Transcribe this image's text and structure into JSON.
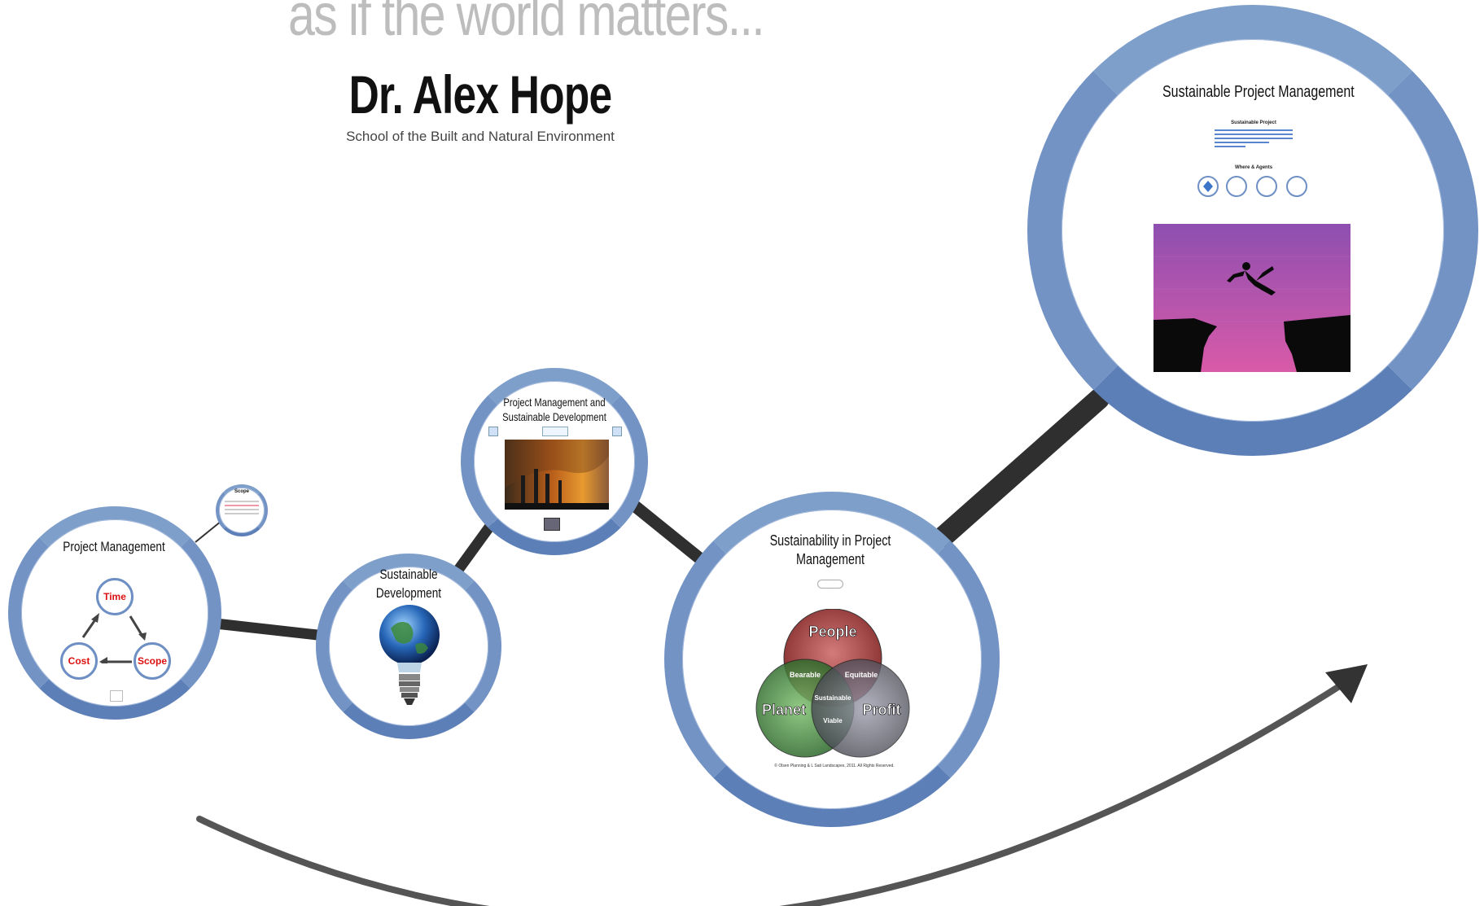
{
  "header": {
    "tagline": "as if the world matters...",
    "author": "Dr. Alex Hope",
    "school": "School of the Built and Natural Environment"
  },
  "nodes": {
    "project_management": {
      "title": "Project Management",
      "triangle": {
        "time": "Time",
        "cost": "Cost",
        "scope": "Scope"
      },
      "satellite_title": "Scope"
    },
    "sustainable_development": {
      "title_line1": "Sustainable",
      "title_line2": "Development"
    },
    "pm_and_sd": {
      "title_line1": "Project Management and",
      "title_line2": "Sustainable Development"
    },
    "sustainability_in_pm": {
      "title_line1": "Sustainability in Project",
      "title_line2": "Management",
      "venn": {
        "people": "People",
        "planet": "Planet",
        "profit": "Profit",
        "bearable": "Bearable",
        "equitable": "Equitable",
        "viable": "Viable",
        "sustainable": "Sustainable",
        "credit": "© Olsen Planning & L Sati Landscapes, 2011. All Rights Reserved."
      }
    },
    "sustainable_pm": {
      "title": "Sustainable Project Management",
      "subtitle": "Sustainable Project",
      "small_heading": "Where & Agents"
    }
  },
  "colors": {
    "ring": "#7393c5",
    "connector": "#333333",
    "accent_red": "#dd1111"
  }
}
